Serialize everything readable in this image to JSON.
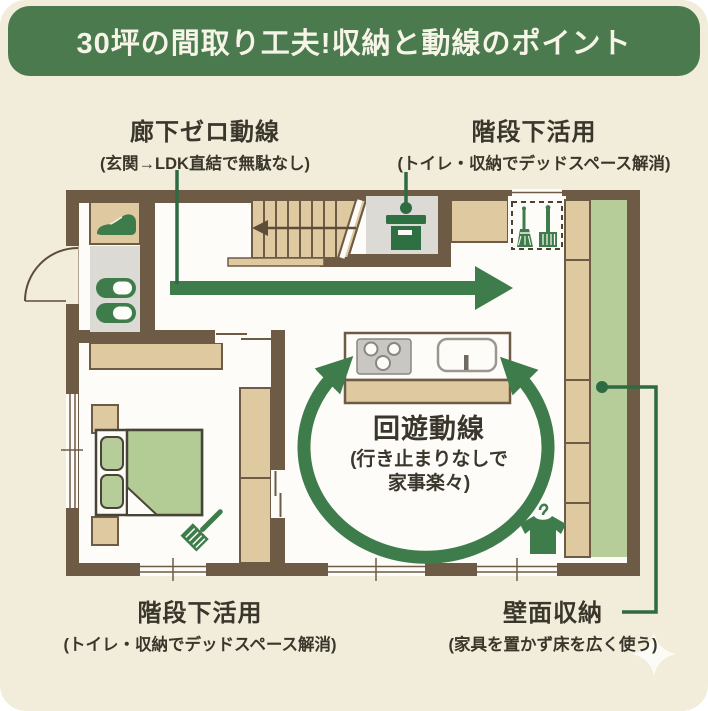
{
  "header": {
    "title": "30坪の間取り工夫!収納と動線のポイント"
  },
  "annotations": {
    "hallway": {
      "title": "廊下ゼロ動線",
      "subtitle": "(玄関→LDK直結で無駄なし)"
    },
    "stairs_top": {
      "title": "階段下活用",
      "subtitle": "(トイレ・収納でデッドスペース解消)"
    },
    "stairs_bottom": {
      "title": "階段下活用",
      "subtitle": "(トイレ・収納でデッドスペース解消)"
    },
    "wall_storage": {
      "title": "壁面収納",
      "subtitle": "(家具を置かず床を広く使う)"
    },
    "circulation": {
      "title": "回遊動線",
      "subtitle_line1": "(行き止まりなしで",
      "subtitle_line2": "家事楽々)"
    }
  },
  "icons": {
    "shoe": "shoe-icon",
    "slippers": "slippers-icon",
    "storage_box": "storage-box-icon",
    "broom": "broom-icon",
    "hand_brush": "hand-brush-icon",
    "tshirt": "tshirt-icon",
    "stove": "stove-icon",
    "sink": "sink-icon",
    "sparkle": "sparkle-icon"
  },
  "colors": {
    "background": "#f2edda",
    "header_green": "#4b7a4f",
    "wall_brown": "#6e5b45",
    "cabinet_tan": "#dfc9a0",
    "floor_white": "#fdfcf8",
    "genkan_gray": "#dcdad5",
    "accent_green": "#3e7d4b",
    "connector_green": "#2e6b43",
    "storage_light_green": "#b7cd99",
    "text_dark": "#3a362b"
  }
}
